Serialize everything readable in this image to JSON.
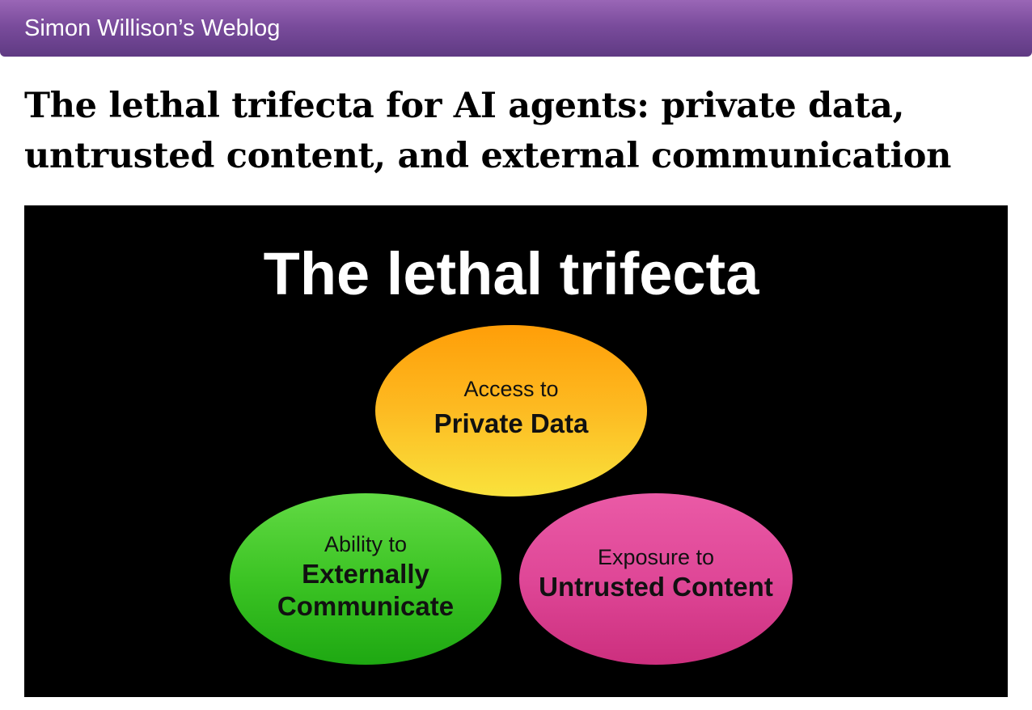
{
  "header": {
    "site_title": "Simon Willison’s Weblog"
  },
  "post": {
    "title": "The lethal trifecta for AI agents: private data, untrusted content, and external communication"
  },
  "slide": {
    "title": "The lethal trifecta",
    "circles": [
      {
        "small": "Access to",
        "big_lines": [
          "Private Data"
        ],
        "color": "#fdb022"
      },
      {
        "small": "Ability to",
        "big_lines": [
          "Externally",
          "Communicate"
        ],
        "color": "#3cc424"
      },
      {
        "small": "Exposure to",
        "big_lines": [
          "Untrusted Content"
        ],
        "color": "#df4797"
      }
    ]
  },
  "colors": {
    "header_top": "#9a66b6",
    "header_bottom": "#5f3a83",
    "slide_background": "#000000"
  }
}
